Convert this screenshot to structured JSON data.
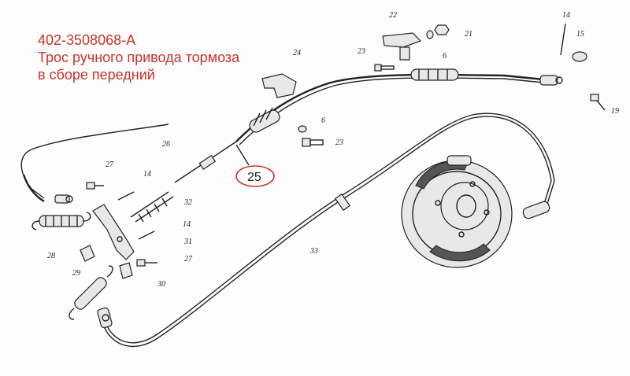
{
  "header": {
    "part_number": "402-3508068-А",
    "title_line1": "Трос ручного привода тормоза",
    "title_line2": "в сборе передний"
  },
  "callout": {
    "label": "25"
  },
  "part_labels": [
    "22",
    "21",
    "23",
    "6",
    "24",
    "14",
    "15",
    "19",
    "6",
    "23",
    "26",
    "27",
    "14",
    "32",
    "14",
    "31",
    "28",
    "29",
    "27",
    "30",
    "33"
  ],
  "colors": {
    "title": "#c8342b",
    "ink": "#222222",
    "callout_ring": "#c8342b"
  }
}
